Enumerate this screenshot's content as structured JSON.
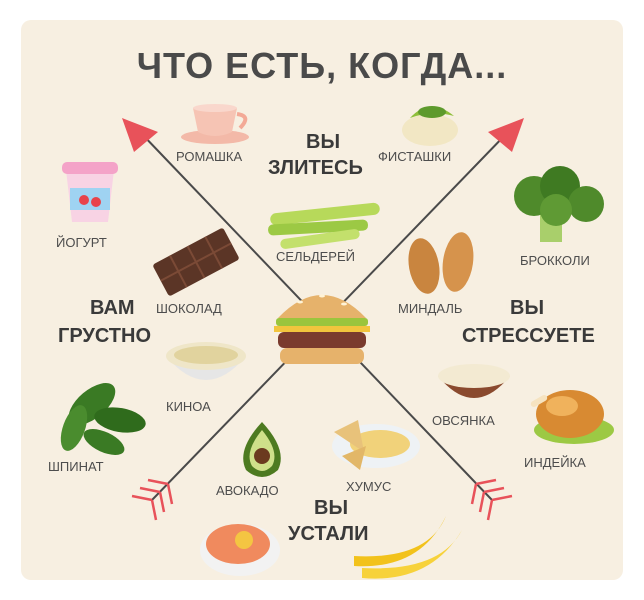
{
  "title": "ЧТО ЕСТЬ, КОГДА...",
  "moods": {
    "angry": [
      "ВЫ",
      "ЗЛИТЕСЬ"
    ],
    "sad": [
      "ВАМ",
      "ГРУСТНО"
    ],
    "stressed": [
      "ВЫ",
      "СТРЕССУЕТЕ"
    ],
    "tired": [
      "ВЫ",
      "УСТАЛИ"
    ]
  },
  "foods": {
    "chamomile": "РОМАШКА",
    "pistachios": "ФИСТАШКИ",
    "celery": "СЕЛЬДЕРЕЙ",
    "yogurt": "ЙОГУРТ",
    "chocolate": "ШОКОЛАД",
    "almonds": "МИНДАЛЬ",
    "broccoli": "БРОККОЛИ",
    "quinoa": "КИНОА",
    "oatmeal": "ОВСЯНКА",
    "spinach": "ШПИНАТ",
    "turkey": "ИНДЕЙКА",
    "avocado": "АВОКАДО",
    "hummus": "ХУМУС"
  },
  "colors": {
    "background": "#f7efe1",
    "arrow_line": "#4a4a4a",
    "arrow_head": "#e8525a"
  }
}
